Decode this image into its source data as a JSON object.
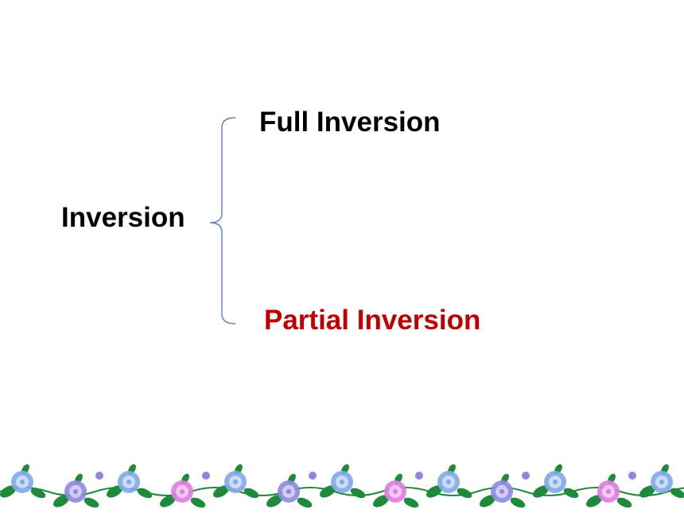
{
  "diagram": {
    "root": {
      "label": "Inversion"
    },
    "branches": [
      {
        "label": "Full Inversion"
      },
      {
        "label": "Partial Inversion"
      }
    ]
  },
  "colors": {
    "text": "#000000",
    "accent": "#c00000",
    "brace": "#5b7fb8",
    "leaf": "#1e8a3c",
    "flower_blue": "#7fa9e6",
    "flower_purple": "#8f86e0",
    "flower_pink": "#e07adf"
  },
  "decoration": {
    "bottom_border_icon": "flower-vine-icon"
  }
}
